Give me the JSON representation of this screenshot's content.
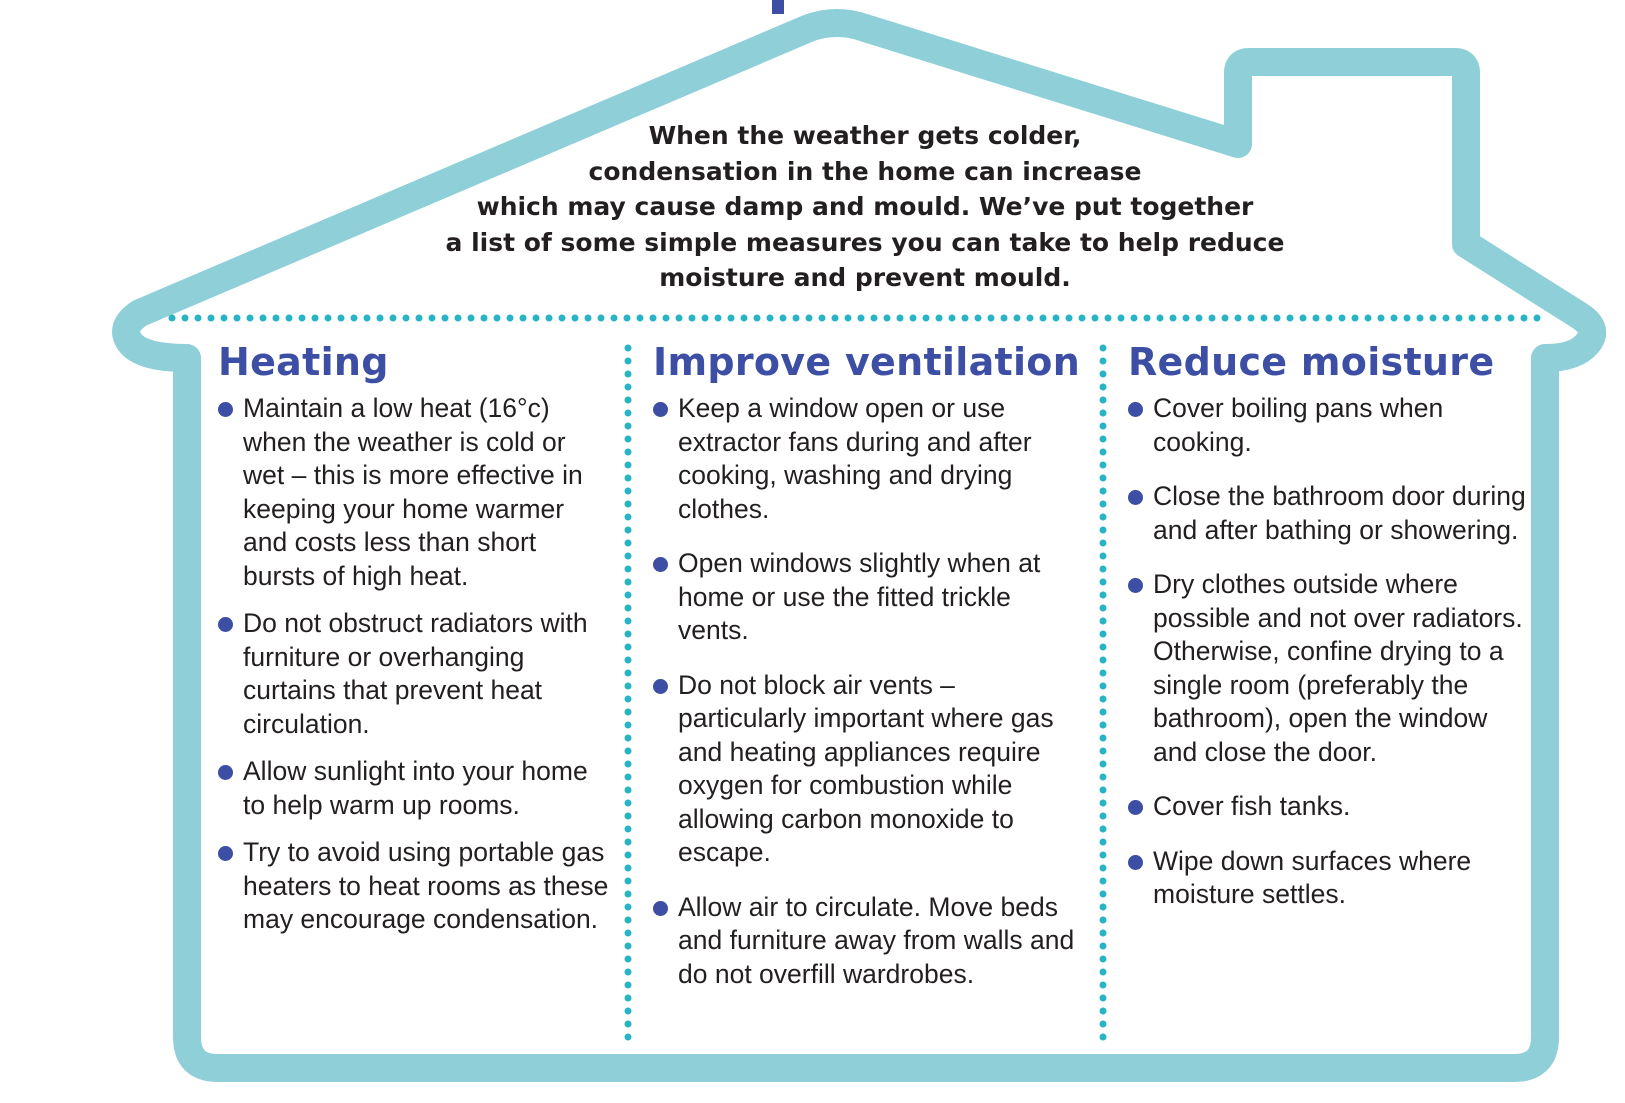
{
  "intro": {
    "line1": "When the weather gets colder,",
    "line2": "condensation in the home can increase",
    "line3": "which may cause damp and mould. We’ve put together",
    "line4": "a list of some simple measures you can take to help reduce",
    "line5": "moisture and prevent mould."
  },
  "columns": {
    "heating": {
      "title": "Heating",
      "items": [
        "Maintain a low heat (16°c) when the weather is cold or wet – this is more effective in keeping your home warmer and costs less than short bursts of high heat.",
        "Do not obstruct radiators with furniture or overhanging curtains that prevent heat circulation.",
        "Allow sunlight into your home to help warm up rooms.",
        "Try to avoid using portable gas heaters to heat rooms as these may encourage condensation."
      ]
    },
    "ventilation": {
      "title": "Improve ventilation",
      "items": [
        "Keep a window open or use extractor fans during and after cooking, washing and drying clothes.",
        "Open windows slightly when at home or use the fitted trickle vents.",
        "Do not block air vents – particularly important where gas and heating appliances require oxygen for combustion while allowing carbon monoxide to escape.",
        "Allow air to circulate. Move beds and furniture away from walls and do not overfill wardrobes."
      ]
    },
    "moisture": {
      "title": "Reduce moisture",
      "items": [
        "Cover boiling pans when cooking.",
        "Close the bathroom door during and after bathing or showering.",
        "Dry clothes outside where possible and not over radiators. Otherwise, confine drying to a single room (preferably the bathroom), open the window and close the door.",
        "Cover fish tanks.",
        "Wipe down surfaces where moisture settles."
      ]
    }
  },
  "colors": {
    "house_outline": "#8ecfd8",
    "dotted_divider": "#28b4c4",
    "heading": "#3d4ea5",
    "bullet": "#3d4ea5",
    "body_text": "#231f20"
  }
}
